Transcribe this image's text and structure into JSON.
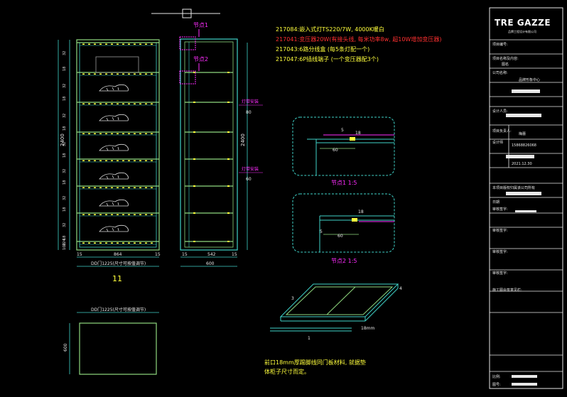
{
  "notes": [
    "217084:嵌入式灯TS220/7W, 4000K暖白",
    "217041:变压器20W(有接头线, 每米功率8w, 超10W增加变压器)",
    "217043:6路分线盒 (每5条灯配一个)",
    "217047:6P插线端子 (一个变压器配3个)"
  ],
  "bottom_note": [
    "前口18mm厚踢脚线同门板材料, 就据垫",
    "体柜子尺寸而定。"
  ],
  "node_labels": {
    "node1_tag": "节点1",
    "node2_tag": "节点2",
    "node1_title": "节点1 1:5",
    "node2_title": "节点2 1:5"
  },
  "front_view": {
    "height_dim": "2400",
    "width_dim": "864",
    "side_dims": [
      "15",
      "15"
    ],
    "caption": "DD门1225(尺寸可按值调节)",
    "number": "11",
    "shelf_dims": [
      "32",
      "18",
      "32",
      "18",
      "32",
      "18",
      "32",
      "18",
      "32",
      "18",
      "32",
      "18",
      "32",
      "18",
      "224",
      "100"
    ]
  },
  "side_view": {
    "height_dim": "2400",
    "width_dim": "600",
    "inner_dims": [
      "15",
      "542",
      "15"
    ],
    "mark_labels": [
      "灯带安装",
      "灯带安装"
    ],
    "small_dims": [
      "80",
      "60"
    ]
  },
  "plan_view": {
    "caption": "DD门1225(尺寸可按值调节)",
    "depth_dim": "600"
  },
  "details": {
    "node1": {
      "d1": "5",
      "d2": "18",
      "d3": "60"
    },
    "node2": {
      "d1": "18",
      "d2": "5",
      "d3": "60"
    }
  },
  "iso_view": {
    "labels": [
      "3",
      "4",
      "18mm",
      "1"
    ]
  },
  "title_block": {
    "logo": "TRE GAZZE",
    "logo_sub": "品牌工程设计有限公司",
    "rows": [
      "项目编号:",
      "项目名称及内容:",
      "图名",
      "公司名称:",
      "品牌形象中心",
      "设计人员:",
      "项目负责人:",
      "设计师",
      "梅蕾",
      "15868826068",
      "2021.12.30",
      "本项目版权归属该公司所有",
      "日期",
      "审核签字:",
      "审核签字:",
      "审核签字:",
      "审核签字:",
      "施工图会签意见栏:",
      "比例:",
      "图号:"
    ]
  },
  "colors": {
    "background": "#000000",
    "cyan": "#3fd2c8",
    "green": "#8fd97f",
    "white": "#e8e8e8",
    "yellow": "#ffff3c",
    "magenta": "#ff2cff",
    "red": "#ff3030"
  }
}
